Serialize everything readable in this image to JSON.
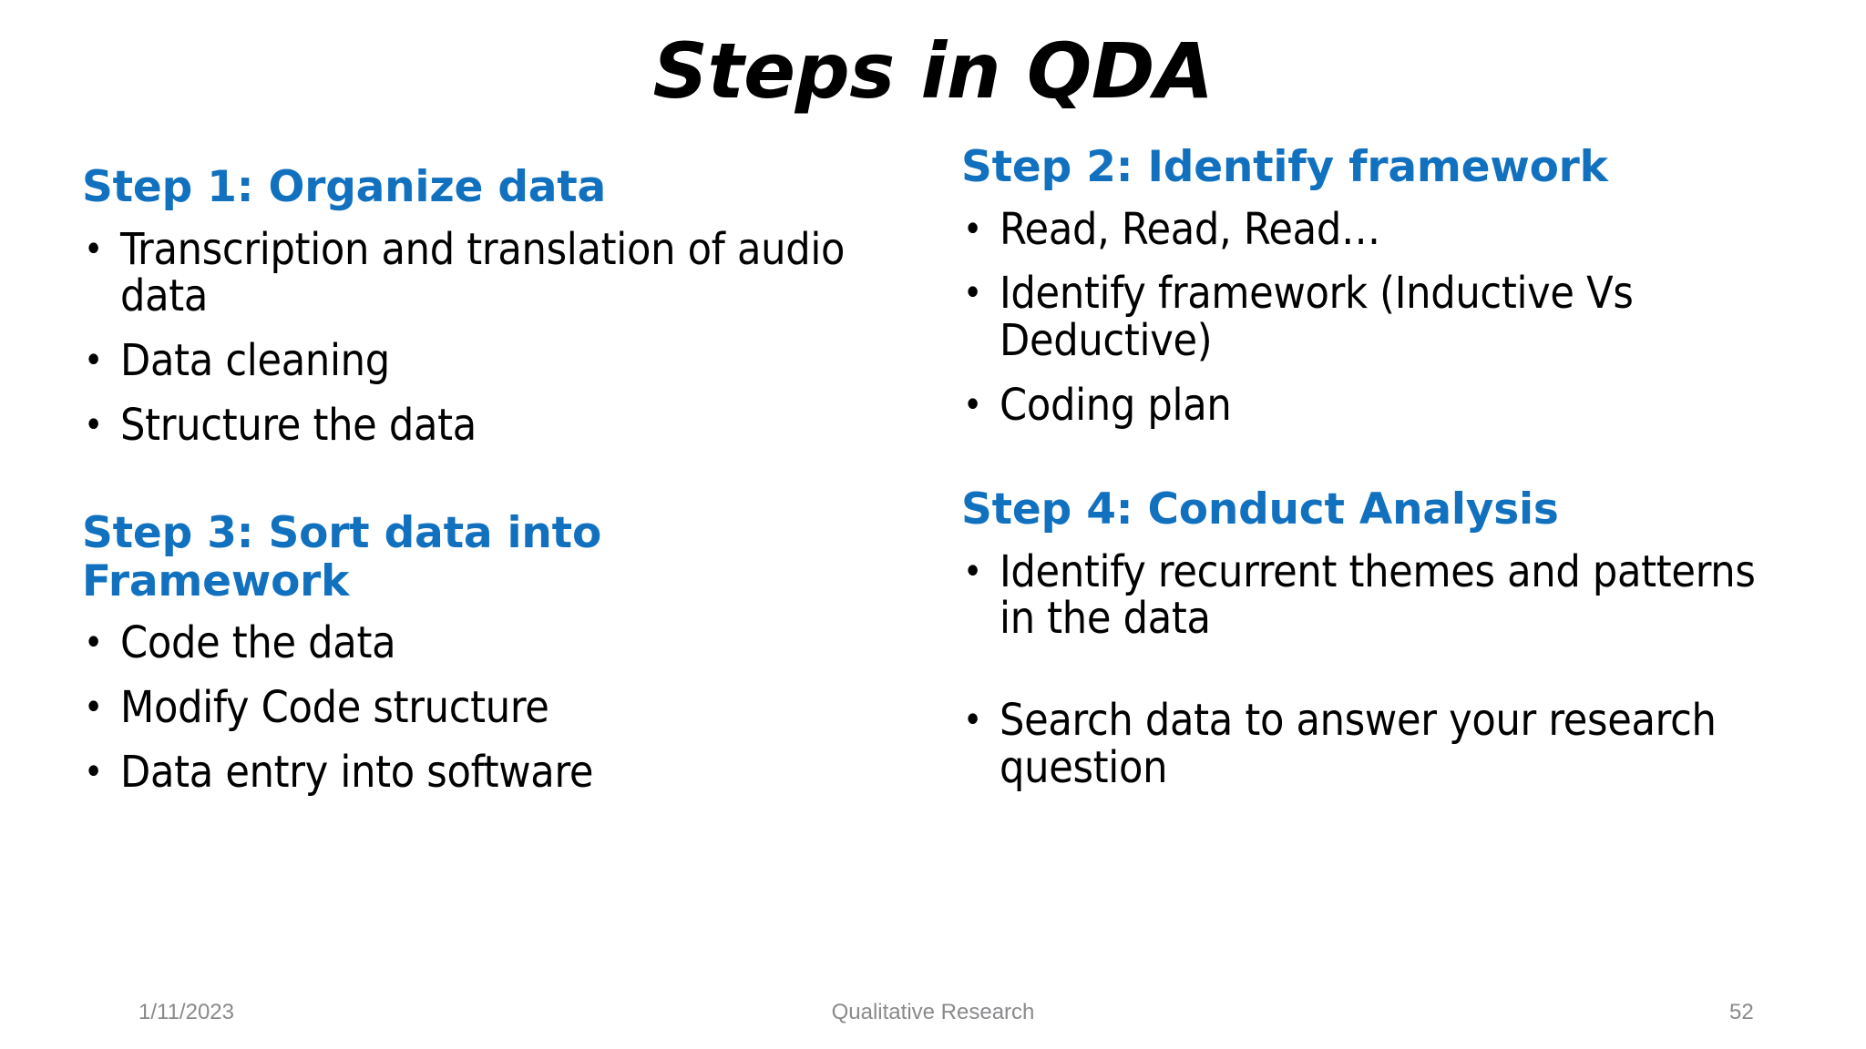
{
  "slide": {
    "title": "Steps in QDA",
    "accent_color": "#1271bf",
    "text_color": "#000000",
    "background_color": "#ffffff",
    "footer_color": "#8a8a8d"
  },
  "columns": {
    "left": [
      {
        "heading": "Step 1: Organize data",
        "bullets": [
          "Transcription and translation of audio data",
          "Data cleaning",
          "Structure the data"
        ]
      },
      {
        "heading": "Step 3: Sort data into Framework",
        "bullets": [
          "Code the data",
          "Modify Code structure",
          "Data entry into software"
        ]
      }
    ],
    "right": [
      {
        "heading": "Step 2: Identify framework",
        "bullets": [
          "Read, Read, Read…",
          "Identify framework (Inductive Vs Deductive)",
          "Coding plan"
        ]
      },
      {
        "heading": "Step 4: Conduct Analysis",
        "bullets": [
          "Identify recurrent themes and patterns in the data",
          "Search data to answer your research question"
        ]
      }
    ]
  },
  "footer": {
    "date": "1/11/2023",
    "center_text": "Qualitative Research",
    "slide_number": "52"
  }
}
